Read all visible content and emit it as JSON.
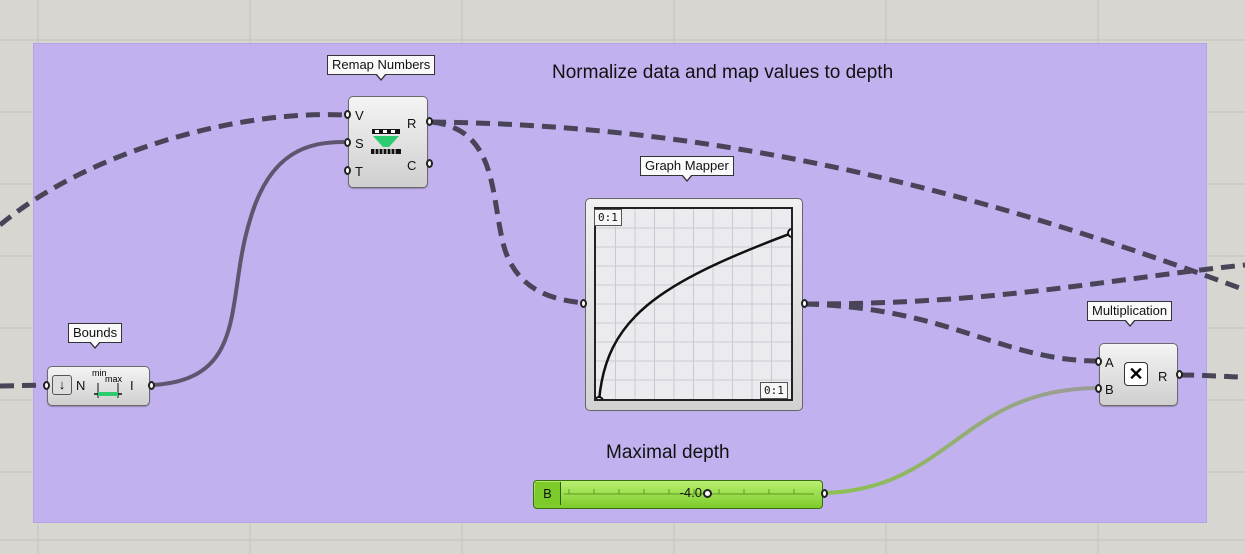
{
  "canvas": {
    "background": "#d8d6d0",
    "grid_color": "#c2c0ba"
  },
  "group": {
    "title": "Normalize data and map values to depth",
    "fill": "#bfaaf5"
  },
  "remap_numbers": {
    "tag": "Remap Numbers",
    "inputs": [
      "V",
      "S",
      "T"
    ],
    "outputs": [
      "R",
      "C"
    ]
  },
  "graph_mapper": {
    "tag": "Graph Mapper",
    "x_range": "0:1",
    "y_range": "0:1"
  },
  "bounds": {
    "tag": "Bounds",
    "input": "N",
    "output": "I",
    "icon_min": "min",
    "icon_max": "max"
  },
  "multiplication": {
    "tag": "Multiplication",
    "inputs": [
      "A",
      "B"
    ],
    "output": "R"
  },
  "slider": {
    "panel_title": "Maximal depth",
    "input_label": "B",
    "value": "-4.0",
    "accent": "#7ccb2a"
  }
}
